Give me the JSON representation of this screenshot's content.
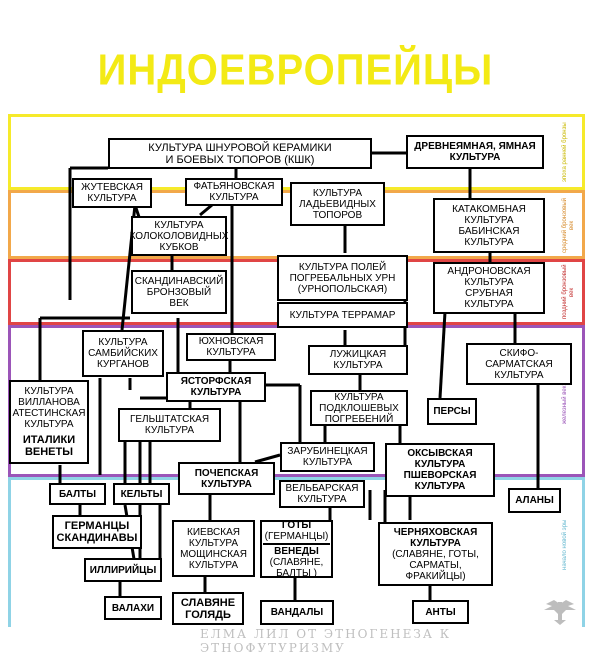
{
  "title": "ИНДОЕВРОПЕЙЦЫ",
  "bands": [
    {
      "label": "эпоха ранней бронзы",
      "color": "#f6ea2a"
    },
    {
      "label": "средний бронзовый век",
      "color": "#f2a84a"
    },
    {
      "label": "поздний бронзовый век",
      "color": "#e04545"
    },
    {
      "label": "железный век",
      "color": "#9b55b8"
    },
    {
      "label": "начало новой эры",
      "color": "#8fd3e6"
    }
  ],
  "boxes": {
    "kshk": "КУЛЬТУРА ШНУРОВОЙ КЕРАМИКИ\nИ БОЕВЫХ ТОПОРОВ (КШК)",
    "yamnaya": "ДРЕВНЕЯМНАЯ, ЯМНАЯ\nКУЛЬТУРА",
    "zhutev": "ЖУТЕВСКАЯ\nКУЛЬТУРА",
    "fatyan": "ФАТЬЯНОВСКАЯ\nКУЛЬТУРА",
    "ladya": "КУЛЬТУРА\nЛАДЬЕВИДНЫХ\nТОПОРОВ",
    "katak": "КАТАКОМБНАЯ\nКУЛЬТУРА\nБАБИНСКАЯ\nКУЛЬТУРА",
    "kolokol": "КУЛЬТУРА\nКОЛОКОЛОВИДНЫХ\nКУБКОВ",
    "skand": "СКАНДИНАВСКИЙ\nБРОНЗОВЫЙ\nВЕК",
    "urn": "КУЛЬТУРА ПОЛЕЙ\nПОГРЕБАЛЬНЫХ УРН\n(УРНОПОЛЬСКАЯ)",
    "terramar": "КУЛЬТУРА ТЕРРАМАР",
    "andron": "АНДРОНОВСКАЯ\nКУЛЬТУРА\nСРУБНАЯ\nКУЛЬТУРА",
    "sambi": "КУЛЬТУРА\nСАМБИЙСКИХ\nКУРГАНОВ",
    "yukhnov": "ЮХНОВСКАЯ\nКУЛЬТУРА",
    "luzhic": "ЛУЖИЦКАЯ\nКУЛЬТУРА",
    "skifo": "СКИФО-\nСАРМАТСКАЯ\nКУЛЬТУРА",
    "villan": "КУЛЬТУРА\nВИЛЛАНОВА\nАТЕСТИНСКАЯ\nКУЛЬТУРА",
    "italiki": "ИТАЛИКИ\nВЕНЕТЫ",
    "yastorf": "ЯСТОРФСКАЯ\nКУЛЬТУРА",
    "podkl": "КУЛЬТУРА\nПОДКЛОШЕВЫХ\nПОГРЕБЕНИЙ",
    "gelsh": "ГЕЛЬШТАТСКАЯ\nКУЛЬТУРА",
    "persy": "ПЕРСЫ",
    "zarub": "ЗАРУБИНЕЦКАЯ\nКУЛЬТУРА",
    "oksyv": "ОКСЫВСКАЯ\nКУЛЬТУРА\nПШЕВОРСКАЯ\nКУЛЬТУРА",
    "pochep": "ПОЧЕПСКАЯ\nКУЛЬТУРА",
    "balty": "БАЛТЫ",
    "kelty": "КЕЛЬТЫ",
    "velbar": "ВЕЛЬБАРСКАЯ\nКУЛЬТУРА",
    "alany": "АЛАНЫ",
    "german": "ГЕРМАНЦЫ\nСКАНДИНАВЫ",
    "kiev": "КИЕВСКАЯ\nКУЛЬТУРА\nМОЩИНСКАЯ\nКУЛЬТУРА",
    "goty_t": "ГОТЫ",
    "goty_s": "(ГЕРМАНЦЫ)",
    "venedy_t": "ВЕНЕДЫ",
    "venedy_s": "(СЛАВЯНЕ,\nБАЛТЫ )",
    "cherny_t": "ЧЕРНЯХОВСКАЯ\nКУЛЬТУРА",
    "cherny_s": "(СЛАВЯНЕ, ГОТЫ,\nСАРМАТЫ,\nФРАКИЙЦЫ)",
    "illir": "ИЛЛИРИЙЦЫ",
    "valakhi": "ВАЛАХИ",
    "slavyane": "СЛАВЯНЕ\nГОЛЯДЬ",
    "vandaly": "ВАНДАЛЫ",
    "anty": "АНТЫ"
  },
  "footer": "ЕЛМА ЛИЛ ОТ ЭТНОГЕНЕЗА К ЭТНОФУТУРИЗМУ"
}
